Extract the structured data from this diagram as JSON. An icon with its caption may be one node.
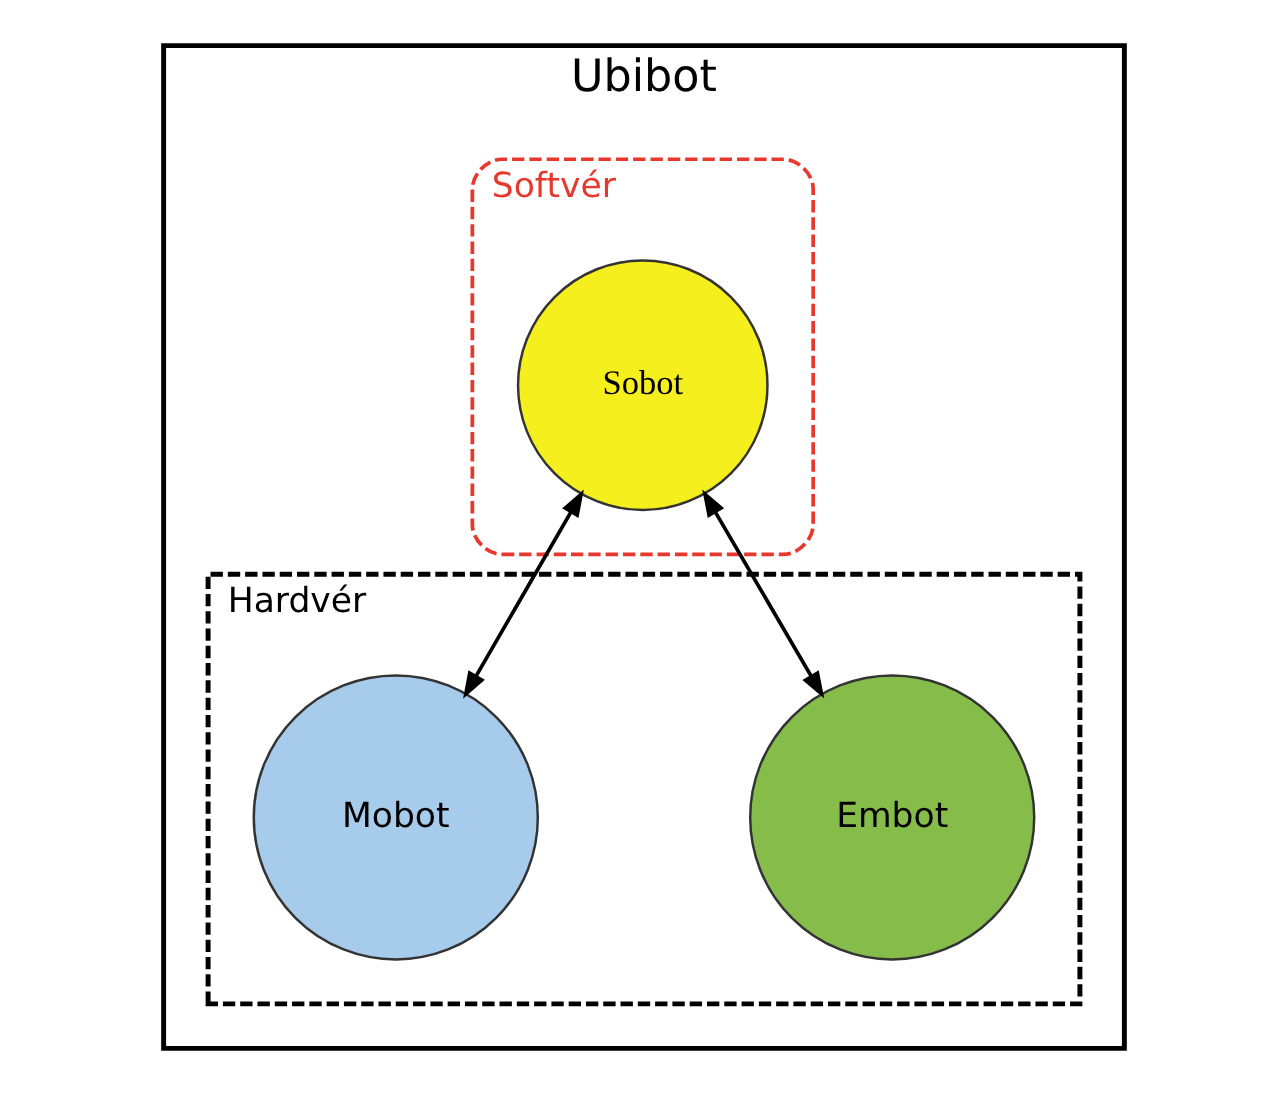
{
  "diagram": {
    "nodes": [
      {
        "text": [
          "Ubibot"
        ]
      },
      {
        "text": [
          "Softvér"
        ],
        "in": 0
      },
      {
        "text": [
          "Sobot"
        ],
        "in": 1
      },
      {
        "text": [
          "Hardvér"
        ],
        "in": 0
      },
      {
        "text": [
          "Embot"
        ],
        "in": 3
      },
      {
        "text": [
          "Mobot"
        ],
        "in": 3
      }
    ],
    "edges": [
      {
        "from": 2,
        "to": 4,
        "arrow": "both"
      },
      {
        "from": 2,
        "to": 5,
        "arrow": "both"
      }
    ]
  }
}
